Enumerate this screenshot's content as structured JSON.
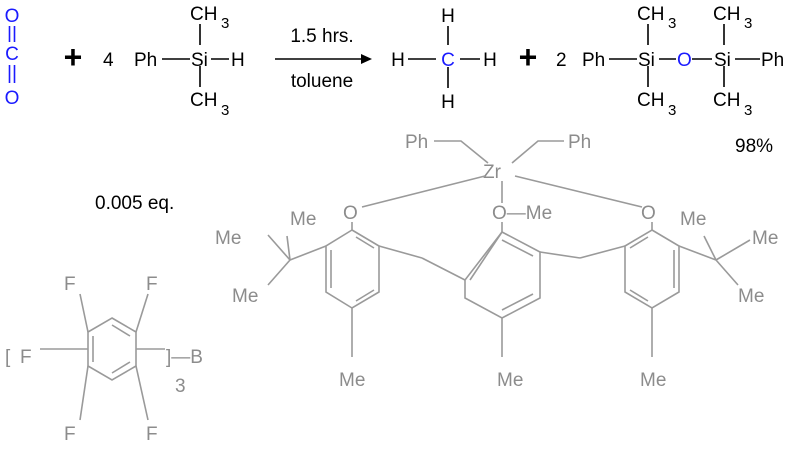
{
  "reaction": {
    "co2": {
      "o_top": "O",
      "c": "C",
      "o_bottom": "O"
    },
    "plus": "+",
    "silane": {
      "coeff": "4",
      "ph": "Ph",
      "si": "Si",
      "h": "H",
      "ch3_top": "CH",
      "ch3_bottom": "CH",
      "sub3": "3"
    },
    "conditions": {
      "time": "1.5 hrs.",
      "solvent": "toluene"
    },
    "methane": {
      "h": "H",
      "c": "C"
    },
    "siloxane": {
      "coeff": "2",
      "ph_left": "Ph",
      "si": "Si",
      "o": "O",
      "ph_right": "Ph",
      "ch": "CH",
      "sub3": "3"
    },
    "yield": "98%"
  },
  "catalyst": {
    "loading": "0.005 eq.",
    "ph1": "Ph",
    "zr": "Zr",
    "ph2": "Ph",
    "o": "O",
    "ome": "O—Me",
    "me": "Me"
  },
  "borane": {
    "bracket_open": "[",
    "f": "F",
    "b": "]—B",
    "subscript": "3"
  },
  "colors": {
    "text": "#000000",
    "highlight": "#1a1aff",
    "catalyst": "#8c8c8c"
  }
}
